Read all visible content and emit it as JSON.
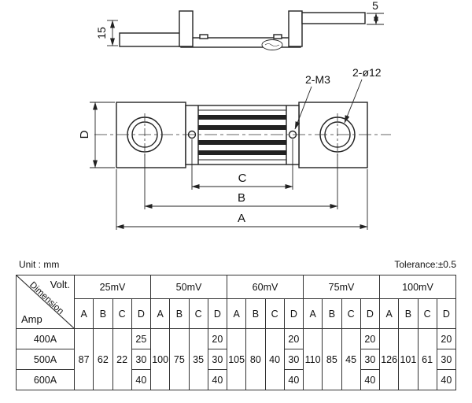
{
  "notes": {
    "unit": "Unit : mm",
    "tolerance": "Tolerance:±0.5"
  },
  "drawing": {
    "side": {
      "height_dim": "15",
      "thickness_dim": "5"
    },
    "front": {
      "screw_label": "2-M3",
      "hole_label": "2-ø12",
      "dim_a": "A",
      "dim_b": "B",
      "dim_c": "C",
      "dim_d": "D"
    }
  },
  "table": {
    "corner": {
      "volt": "Volt.",
      "dimension": "Dimension",
      "amp": "Amp"
    },
    "voltages": [
      "25mV",
      "50mV",
      "60mV",
      "75mV",
      "100mV"
    ],
    "dims": [
      "A",
      "B",
      "C",
      "D"
    ],
    "rows": [
      "400A",
      "500A",
      "600A"
    ],
    "values": {
      "v25": {
        "A": "87",
        "B": "62",
        "C": "22",
        "D": [
          "25",
          "30",
          "40"
        ]
      },
      "v50": {
        "A": "100",
        "B": "75",
        "C": "35",
        "D": [
          "20",
          "30",
          "40"
        ]
      },
      "v60": {
        "A": "105",
        "B": "80",
        "C": "40",
        "D": [
          "20",
          "30",
          "40"
        ]
      },
      "v75": {
        "A": "110",
        "B": "85",
        "C": "45",
        "D": [
          "20",
          "30",
          "40"
        ]
      },
      "v100": {
        "A": "126",
        "B": "101",
        "C": "61",
        "D": [
          "20",
          "30",
          "40"
        ]
      }
    }
  }
}
